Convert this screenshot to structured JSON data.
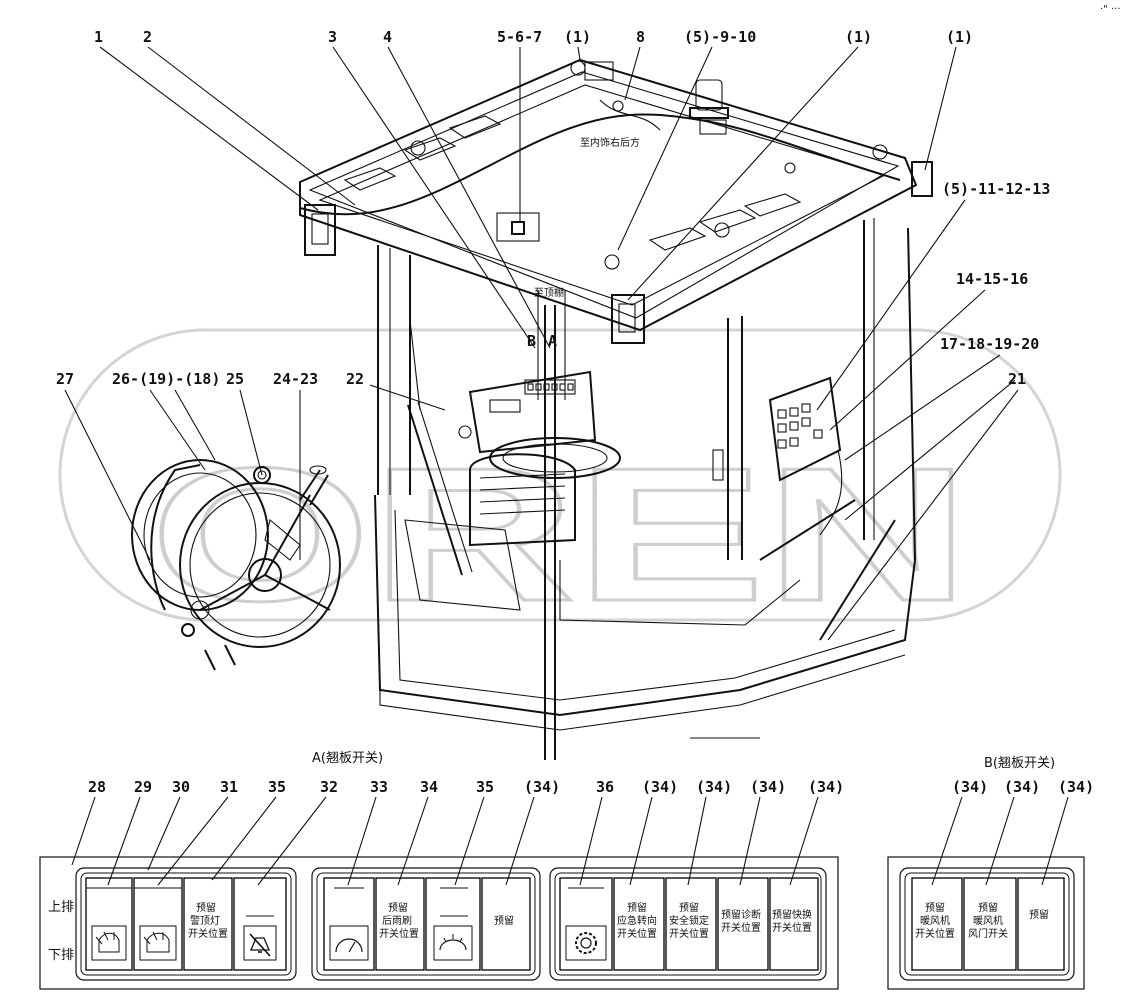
{
  "corner_mark": "·\" ···",
  "watermark": "OREN",
  "callouts": [
    "1",
    "2",
    "3",
    "4",
    "5-6-7",
    "(1)",
    "8",
    "(5)-9-10",
    "(1)",
    "(1)",
    "(5)-11-12-13",
    "14-15-16",
    "17-18-19-20",
    "21",
    "22",
    "24-23",
    "25",
    "26-(19)-(18)",
    "27"
  ],
  "cab_notes": {
    "to_interior_right_rear": "至内饰右后方",
    "to_roof": "至顶棚",
    "wire_a": "A",
    "wire_b": "B"
  },
  "panel_a": {
    "title": "A(翘板开关)",
    "row_upper": "上排",
    "row_lower": "下排",
    "callouts": [
      "28",
      "29",
      "30",
      "31",
      "35",
      "32",
      "33",
      "34",
      "35",
      "(34)",
      "36",
      "(34)",
      "(34)",
      "(34)",
      "(34)"
    ],
    "groups": [
      {
        "switches": [
          {
            "icon": "work-light-icon",
            "text": []
          },
          {
            "icon": "work-light-icon",
            "text": []
          },
          {
            "icon": "",
            "text": [
              "预留",
              "警顶灯",
              "开关位置"
            ]
          },
          {
            "icon": "horn-mute-icon",
            "text": []
          }
        ]
      },
      {
        "switches": [
          {
            "icon": "gauge-icon",
            "text": []
          },
          {
            "icon": "",
            "text": [
              "预留",
              "后雨刷",
              "开关位置"
            ]
          },
          {
            "icon": "washer-icon",
            "text": []
          },
          {
            "icon": "",
            "text": [
              "预留"
            ]
          }
        ]
      },
      {
        "switches": [
          {
            "icon": "gear-warning-icon",
            "text": []
          },
          {
            "icon": "",
            "text": [
              "预留",
              "应急转向",
              "开关位置"
            ]
          },
          {
            "icon": "",
            "text": [
              "预留",
              "安全锁定",
              "开关位置"
            ]
          },
          {
            "icon": "",
            "text": [
              "预留诊断",
              "开关位置"
            ]
          },
          {
            "icon": "",
            "text": [
              "预留快换",
              "开关位置"
            ]
          }
        ]
      }
    ]
  },
  "panel_b": {
    "title": "B(翘板开关)",
    "callouts": [
      "(34)",
      "(34)",
      "(34)"
    ],
    "switches": [
      {
        "text": [
          "预留",
          "暖风机",
          "开关位置"
        ]
      },
      {
        "text": [
          "预留",
          "暖风机",
          "风门开关"
        ]
      },
      {
        "text": [
          "预留"
        ]
      }
    ]
  }
}
